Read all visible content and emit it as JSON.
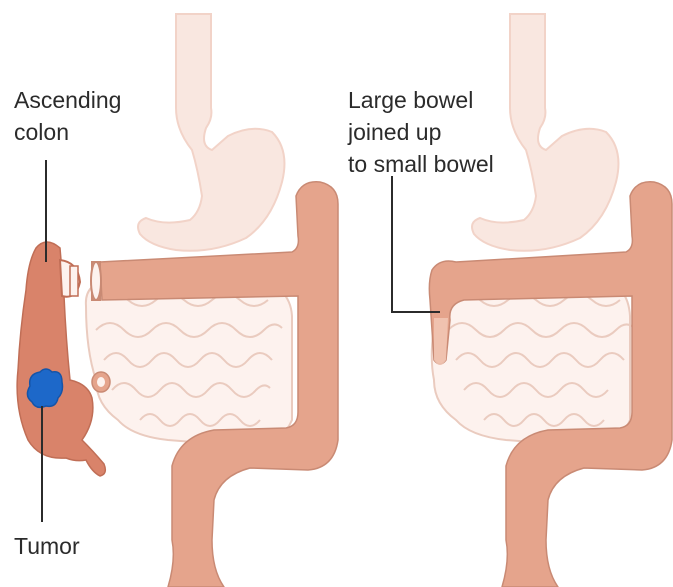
{
  "labels": {
    "ascending_colon": [
      "Ascending",
      "colon"
    ],
    "tumor": "Tumor",
    "joined": [
      "Large bowel",
      "joined up",
      "to small bowel"
    ]
  },
  "colors": {
    "bowel": "#e5a48c",
    "bowel_edge": "#c98a74",
    "removed_colon": "#d9836a",
    "stomach": "#f9e7e0",
    "stomach_edge": "#f2d3c8",
    "small_bowel_outline": "#eacbbf",
    "tumor": "#1d68c9",
    "leader_line": "#2b2b2b"
  },
  "icons": [
    "ascending-colon-shape",
    "tumor-shape",
    "stomach-shape",
    "small-bowel-shape",
    "large-bowel-shape"
  ]
}
